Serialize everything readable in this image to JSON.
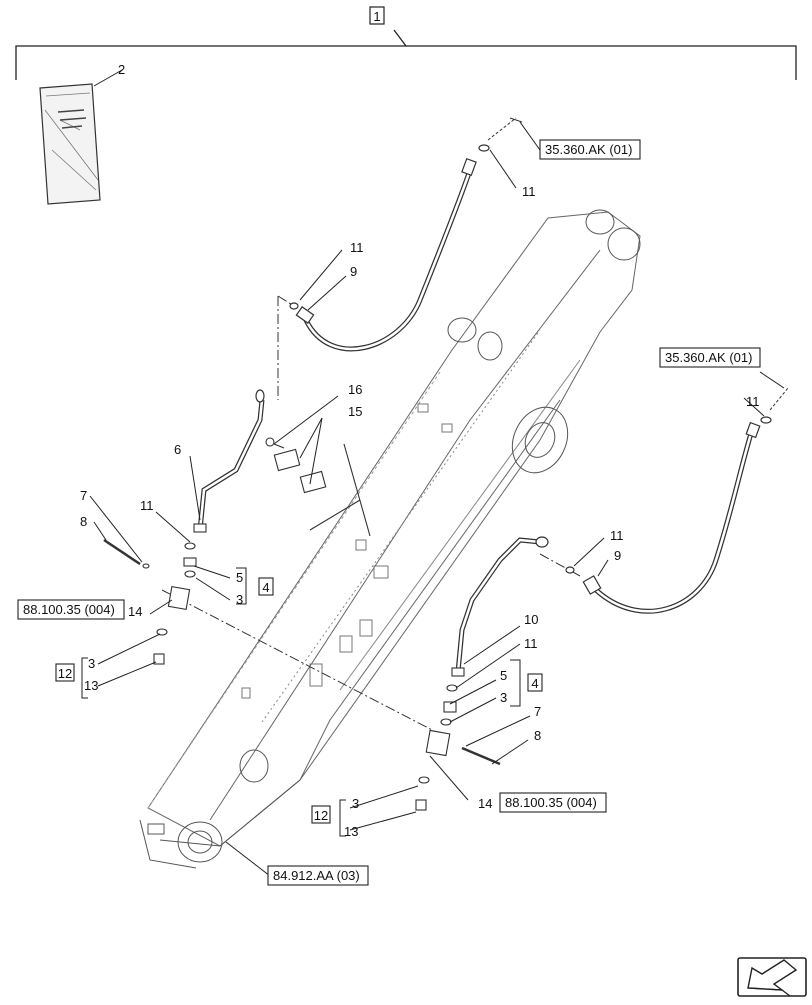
{
  "assembly": {
    "number": "1"
  },
  "references": {
    "top_right": "35.360.AK (01)",
    "mid_right": "35.360.AK (01)",
    "left_block": "88.100.35 (004)",
    "right_block": "88.100.35 (004)",
    "boom_end": "84.912.AA (03)"
  },
  "callouts": {
    "c2": "2",
    "c11_top": "11",
    "c11_left_hose": "11",
    "c9_left_hose": "9",
    "c16": "16",
    "c15": "15",
    "c6": "6",
    "c7_left": "7",
    "c8_left": "8",
    "c11_left_block": "11",
    "c5_left": "5",
    "c4_left": "4",
    "c3_left": "3",
    "c14_left": "14",
    "c12_left": "12",
    "c3_left_kit": "3",
    "c13_left": "13",
    "c11_right_top": "11",
    "c11_right_mid": "11",
    "c9_right": "9",
    "c10": "10",
    "c11_right_block": "11",
    "c5_right": "5",
    "c4_right": "4",
    "c3_right": "3",
    "c7_right": "7",
    "c8_right": "8",
    "c12_right": "12",
    "c3_right_kit": "3",
    "c13_right": "13",
    "c14_right": "14"
  },
  "icons": {
    "nav": "next-page-arrow-icon",
    "manual": "manual-booklet-icon"
  },
  "colors": {
    "line": "#222222",
    "hose": "#333333",
    "background": "#ffffff"
  }
}
